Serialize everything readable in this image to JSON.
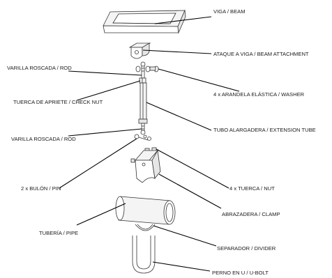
{
  "labels": {
    "beam": "VIGA / BEAM",
    "beam_attachment": "ATAQUE A VIGA / BEAM ATTACHMENT",
    "rod_top": "VARILLA ROSCADA / ROD",
    "washer": "4 x ARANDELA ELÁSTICA / WASHER",
    "check_nut": "TUERCA DE APRIETE / CHECK NUT",
    "extension_tube": "TUBO ALARGADERA / EXTENSION TUBE",
    "rod_bottom": "VARILLA ROSCADA / ROD",
    "pin": "2 x BULÓN / PIN",
    "nut": "4 x TUERCA / NUT",
    "clamp": "ABRAZADERA / CLAMP",
    "pipe": "TUBERÍA / PIPE",
    "divider": "SEPARADOR / DIVIDER",
    "u_bolt": "PERNO EN U / U-BOLT"
  }
}
